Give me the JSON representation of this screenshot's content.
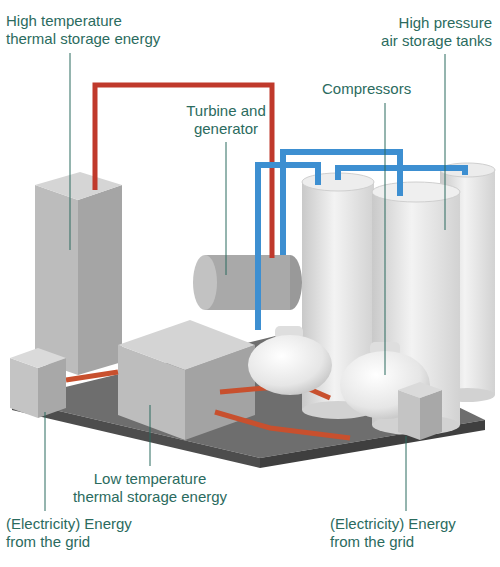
{
  "diagram": {
    "labels": [
      "High temperature thermal storage energy",
      "Turbine and generator",
      "High pressure air storage tanks",
      "Compressors",
      "Low temperature thermal storage energy",
      "(Electricity) Energy from the grid",
      "(Electricity) Energy from the grid"
    ]
  }
}
